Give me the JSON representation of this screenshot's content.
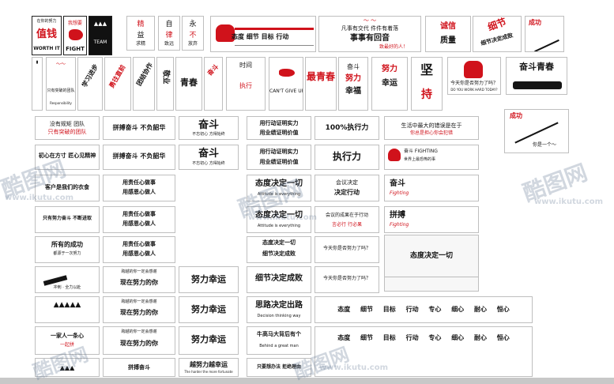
{
  "tiles": {
    "worth_it": "WORTH IT",
    "xin_qian": "值钱",
    "fight": "FIGHT",
    "attitude_row": "态度  细节  目标  行动",
    "fanshi": "凡事有交代  件件有着落",
    "fanshi_sub": "事事有回音",
    "fanshi_tail": "致最好的人！",
    "qinfen": "诚信",
    "zhiliang": "质量",
    "xijie": "细节决定成败",
    "chenggong": "成功",
    "responsibility": "Responsibility",
    "zhiyou": "只有突破的团队",
    "jingye": "敬业",
    "qingchun": "青春",
    "zhixing": "执行",
    "nuli": "努力",
    "xingfu": "幸福",
    "jian": "坚",
    "chi": "持",
    "work_hard": "今天你是否努力了吗？",
    "work_hard_en": "DO YOU WORK HARD TODAY?",
    "fendou_qingchun": "奋斗青春",
    "shuzhi": "没有规矩 团队",
    "chuxin": "初心在方寸 匠心见精神",
    "kehu": "客户是我们的衣食",
    "wo_nuli": "只有努力奋斗 不断进取",
    "fendou_big": "奋斗",
    "fendou_sub": "不忘初心 方得始终",
    "yong_zhixing": "用行动证明实力",
    "yong_ye": "用业绩证明价值",
    "baifen": "100%执行力",
    "shengcun": "生活中最大的错误是在于",
    "zhixingli": "执行力",
    "fendou_fight": "奋斗 FIGHTING",
    "taidu": "态度决定一切",
    "attitude_en": "Attitude is everything",
    "huiyi": "会议决定",
    "fighting": "Fighting",
    "pinbo": "拼搏",
    "pinbo_en": "Fighting",
    "yongzexin": "用责任心做事 用感恩心做人",
    "suoyou": "所有的成功",
    "suoyou_sub": "都源于一次努力",
    "xijie_chengbai": "细节决定成败",
    "jintian": "今天你是否努力了吗？",
    "xianzai": "现在努力的你",
    "nuli_xingyun": "努力幸运",
    "silu": "思路决定出路",
    "silu_en": "Decision thinking way",
    "daren": "牛高马大背后有个",
    "daren_en": "Behind a great man",
    "yue_nuli": "越努力越幸运",
    "yue_nuli_en": "The harder the more fortunate",
    "zhiyao": "只要想办法  拒绝理由",
    "word_row": [
      "态度",
      "细节",
      "目标",
      "行动",
      "专心",
      "细心",
      "耐心",
      "恒心"
    ],
    "word_row_tall": [
      "态度",
      "细节",
      "目标",
      "行动",
      "专心",
      "细心",
      "耐心",
      "恒心"
    ]
  },
  "watermark": {
    "brand": "酷图网",
    "url": "www.ikutu.com"
  },
  "colors": {
    "accent": "#d0121b",
    "ink": "#151515",
    "frame": "#bfbfbf"
  }
}
